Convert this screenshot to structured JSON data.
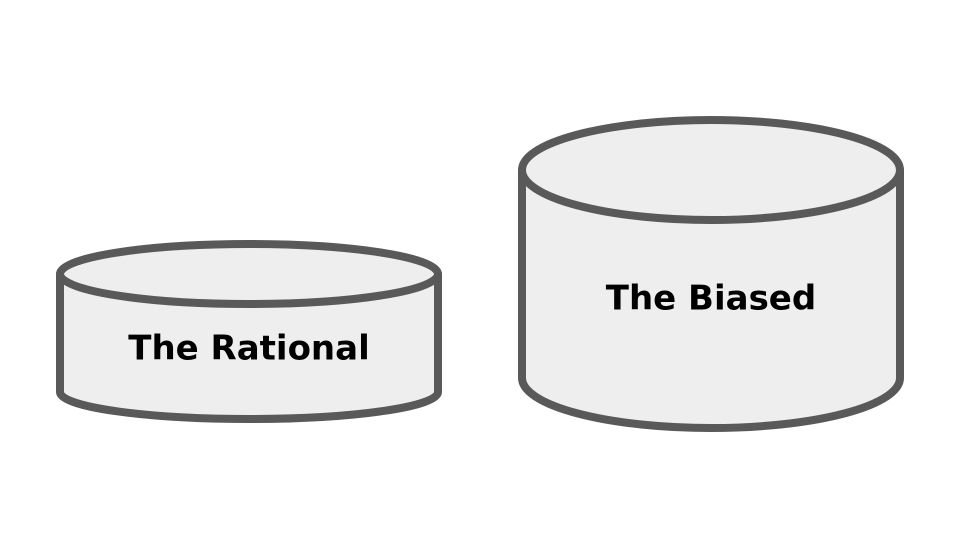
{
  "diagram": {
    "type": "cylinder-comparison",
    "colors": {
      "fill": "#eeeeee",
      "stroke": "#595959",
      "text": "#000000",
      "background": "#ffffff"
    },
    "cylinders": [
      {
        "label": "The Rational",
        "relative_size": "small"
      },
      {
        "label": "The Biased",
        "relative_size": "large"
      }
    ]
  }
}
